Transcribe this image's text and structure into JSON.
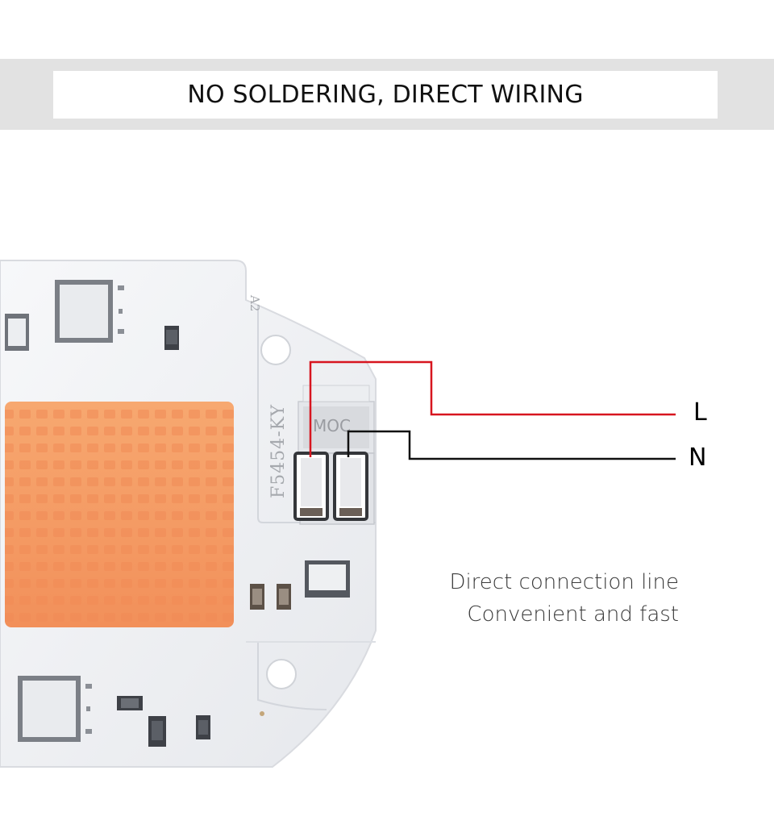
{
  "header": {
    "title": "NO SOLDERING, DIRECT WIRING"
  },
  "board": {
    "silk_label": "F5454-KY",
    "corner_label": "A2",
    "terminal_mark": "MOC"
  },
  "wires": [
    {
      "label": "L",
      "color": "#d7151f"
    },
    {
      "label": "N",
      "color": "#111111"
    }
  ],
  "caption": {
    "line1": "Direct connection line",
    "line2": "Convenient and fast"
  },
  "colors": {
    "led": "#f59a62",
    "pcb": "#f2f3f5",
    "band": "#e2e2e2"
  }
}
